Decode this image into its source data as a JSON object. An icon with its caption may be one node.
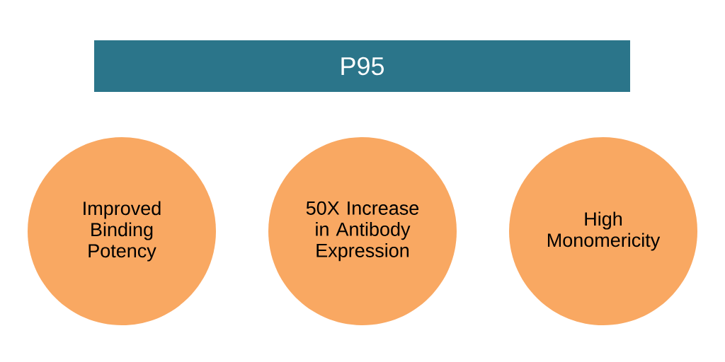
{
  "diagram": {
    "nodes": [
      {
        "text": [
          "P95"
        ]
      },
      {
        "text": [
          "Improved Binding Potency"
        ]
      },
      {
        "text": [
          "50X Increase in Antibody Expression"
        ]
      },
      {
        "text": [
          "High Monomericity"
        ]
      }
    ]
  }
}
